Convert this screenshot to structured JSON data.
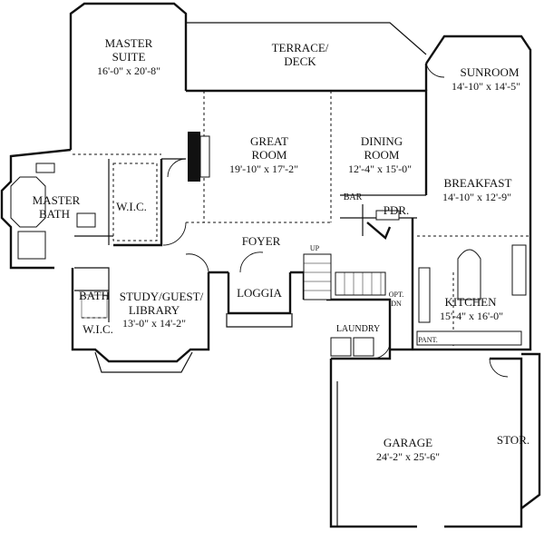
{
  "rooms": {
    "master_suite": {
      "name_line1": "MASTER",
      "name_line2": "SUITE",
      "dims": "16'-0\" x 20'-8\""
    },
    "terrace": {
      "name_line1": "TERRACE/",
      "name_line2": "DECK"
    },
    "sunroom": {
      "name": "SUNROOM",
      "dims": "14'-10\" x 14'-5\""
    },
    "great_room": {
      "name_line1": "GREAT",
      "name_line2": "ROOM",
      "dims": "19'-10\" x 17'-2\""
    },
    "dining_room": {
      "name_line1": "DINING",
      "name_line2": "ROOM",
      "dims": "12'-4\" x 15'-0\""
    },
    "breakfast": {
      "name": "BREAKFAST",
      "dims": "14'-10\" x 12'-9\""
    },
    "master_bath": {
      "name_line1": "MASTER",
      "name_line2": "BATH"
    },
    "wic_master": {
      "name": "W.I.C."
    },
    "bar": {
      "name": "BAR"
    },
    "pdr": {
      "name": "PDR."
    },
    "foyer": {
      "name": "FOYER"
    },
    "up_label": "UP",
    "study": {
      "name_line1": "STUDY/GUEST/",
      "name_line2": "LIBRARY",
      "dims": "13'-0\" x 14'-2\""
    },
    "bath": {
      "name": "BATH"
    },
    "wic_study": {
      "name": "W.I.C."
    },
    "loggia": {
      "name": "LOGGIA"
    },
    "opt_dn": {
      "line1": "OPT.",
      "line2": "DN"
    },
    "kitchen": {
      "name": "KITCHEN",
      "dims": "15'-4\" x 16'-0\""
    },
    "laundry": {
      "name": "LAUNDRY"
    },
    "pantry": {
      "name": "PANT."
    },
    "garage": {
      "name": "GARAGE",
      "dims": "24'-2\" x 25'-6\""
    },
    "storage": {
      "name": "STOR."
    }
  }
}
